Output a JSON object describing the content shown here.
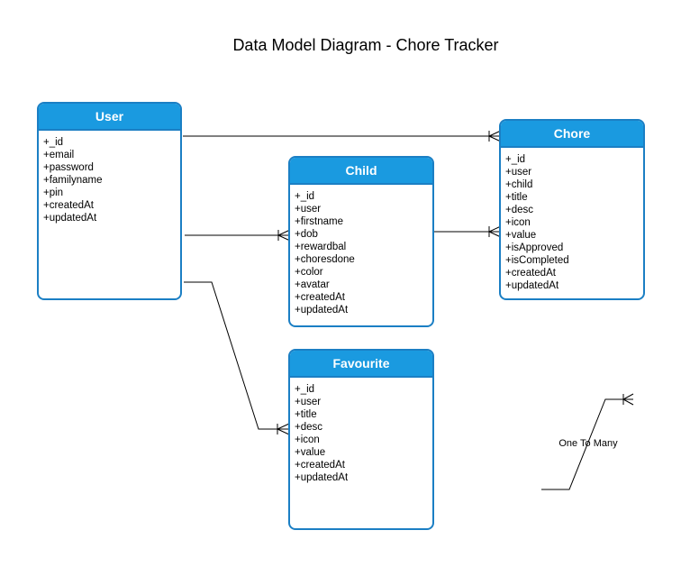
{
  "title": "Data Model Diagram - Chore Tracker",
  "legend": {
    "label": "One To Many"
  },
  "entities": {
    "user": {
      "name": "User",
      "fields": [
        "+_id",
        "+email",
        "+password",
        "+familyname",
        "+pin",
        "+createdAt",
        "+updatedAt"
      ]
    },
    "chore": {
      "name": "Chore",
      "fields": [
        "+_id",
        "+user",
        "+child",
        "+title",
        "+desc",
        "+icon",
        "+value",
        "+isApproved",
        "+isCompleted",
        "+createdAt",
        "+updatedAt"
      ]
    },
    "child": {
      "name": "Child",
      "fields": [
        "+_id",
        "+user",
        "+firstname",
        "+dob",
        "+rewardbal",
        "+choresdone",
        "+color",
        "+avatar",
        "+createdAt",
        "+updatedAt"
      ]
    },
    "favourite": {
      "name": "Favourite",
      "fields": [
        "+_id",
        "+user",
        "+title",
        "+desc",
        "+icon",
        "+value",
        "+createdAt",
        "+updatedAt"
      ]
    }
  },
  "colors": {
    "header": "#1a9ae0",
    "border": "#1b7fc4"
  }
}
